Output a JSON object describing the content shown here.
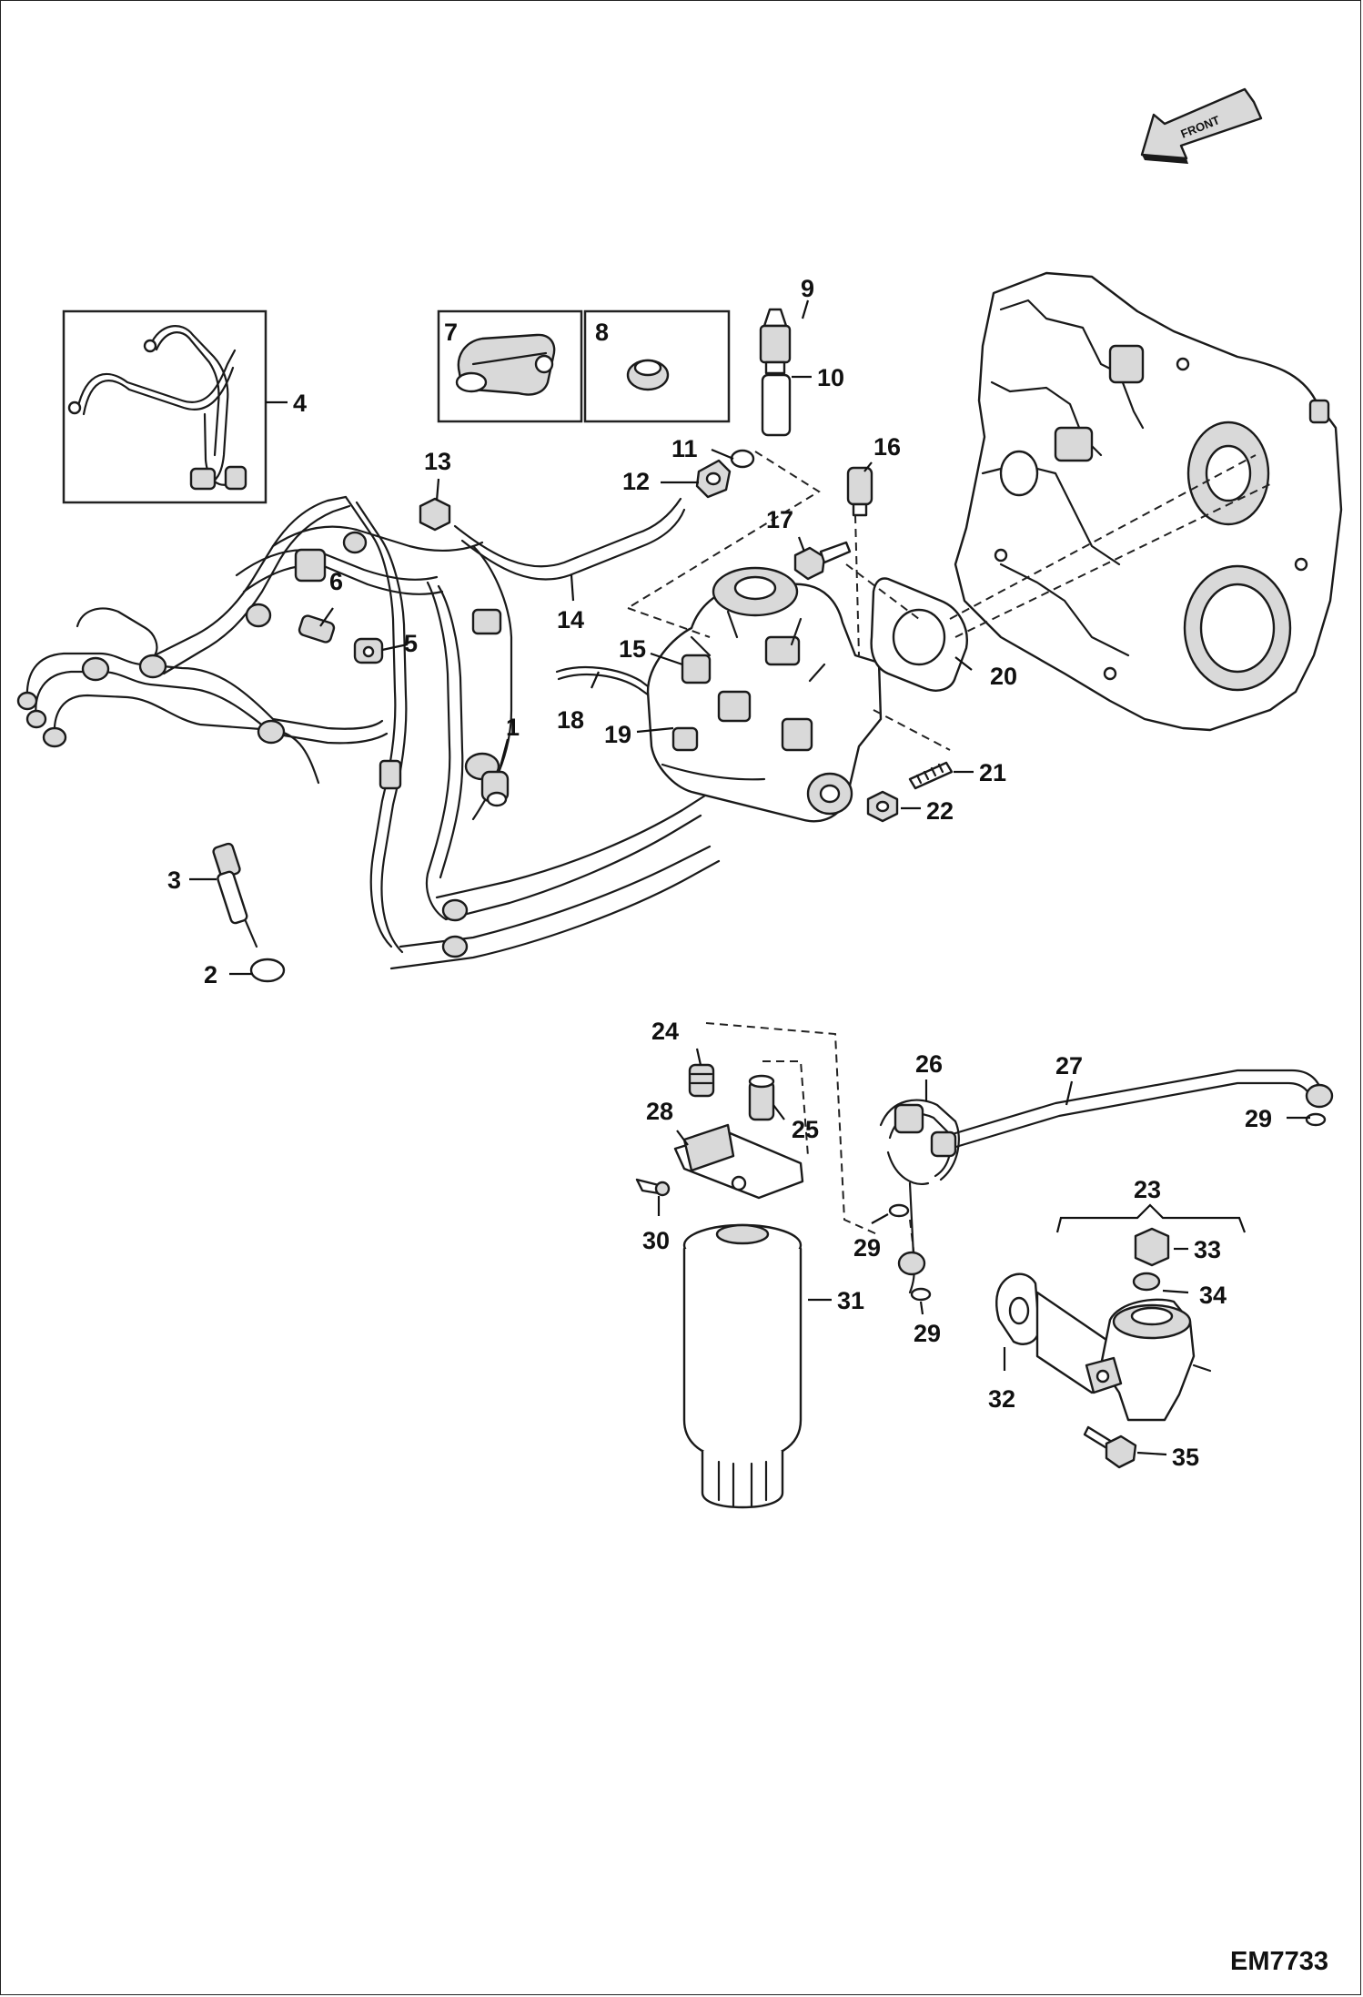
{
  "figure_code": "EM7733",
  "front_label": "FRONT",
  "callouts": {
    "c1": "1",
    "c2": "2",
    "c3": "3",
    "c4": "4",
    "c5": "5",
    "c6": "6",
    "c7": "7",
    "c8": "8",
    "c9": "9",
    "c10": "10",
    "c11": "11",
    "c12": "12",
    "c13": "13",
    "c14": "14",
    "c15": "15",
    "c16": "16",
    "c17": "17",
    "c18": "18",
    "c19": "19",
    "c20": "20",
    "c21": "21",
    "c22": "22",
    "c23": "23",
    "c24": "24",
    "c25": "25",
    "c26": "26",
    "c27": "27",
    "c28": "28",
    "c29a": "29",
    "c29b": "29",
    "c29c": "29",
    "c30": "30",
    "c31": "31",
    "c32": "32",
    "c33": "33",
    "c34": "34",
    "c35": "35"
  }
}
